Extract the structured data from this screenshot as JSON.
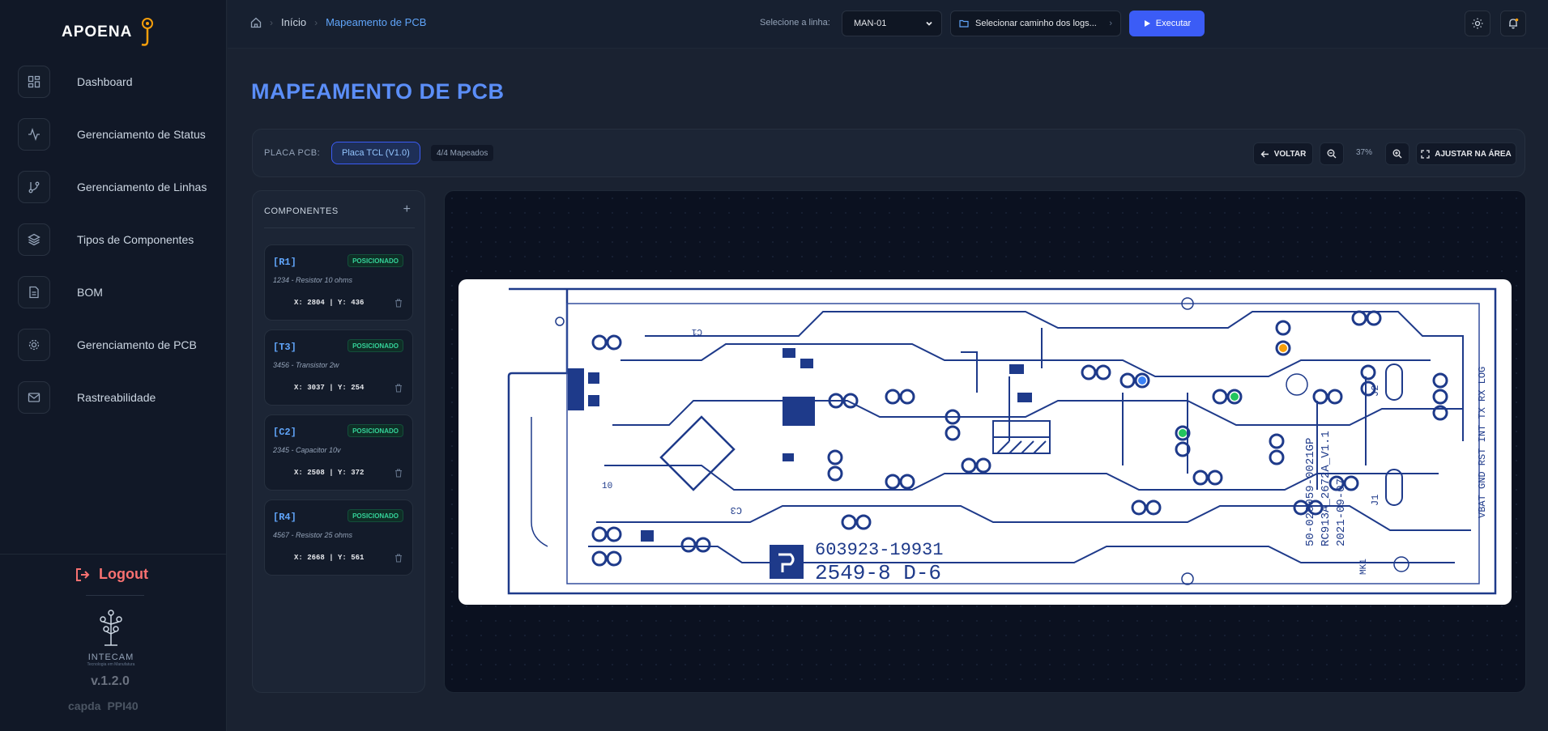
{
  "app": {
    "logo": "APOENA",
    "version": "v.1.2.0",
    "org": "INTECAM",
    "org_sub": "Tecnologia em Manufatura",
    "partners": [
      "capda",
      "PPI40"
    ]
  },
  "sidebar": {
    "items": [
      {
        "label": "Dashboard",
        "icon": "grid-icon"
      },
      {
        "label": "Gerenciamento de Status",
        "icon": "activity-icon"
      },
      {
        "label": "Gerenciamento de Linhas",
        "icon": "git-branch-icon"
      },
      {
        "label": "Tipos de Componentes",
        "icon": "layers-icon"
      },
      {
        "label": "BOM",
        "icon": "file-icon"
      },
      {
        "label": "Gerenciamento de PCB",
        "icon": "cog-icon"
      },
      {
        "label": "Rastreabilidade",
        "icon": "mail-icon"
      }
    ],
    "logout": "Logout"
  },
  "topbar": {
    "breadcrumb": [
      "Início",
      "Mapeamento de PCB"
    ],
    "line_label": "Selecione a linha:",
    "line_value": "MAN-01",
    "path_label": "Selecionar caminho dos logs...",
    "run_label": "Executar"
  },
  "page": {
    "title": "MAPEAMENTO DE PCB"
  },
  "pcbbar": {
    "label": "PLACA PCB:",
    "pcb": "Placa TCL (V1.0)",
    "mapped": "4/4 Mapeados",
    "back": "VOLTAR",
    "zoom": "37%",
    "fit": "AJUSTAR NA ÁREA"
  },
  "components": {
    "title": "COMPONENTES",
    "add": "+",
    "items": [
      {
        "tag": "[R1]",
        "status": "POSICIONADO",
        "desc": "1234 - Resistor 10 ohms",
        "coord": "X: 2804 | Y: 436"
      },
      {
        "tag": "[T3]",
        "status": "POSICIONADO",
        "desc": "3456 - Transistor 2w",
        "coord": "X: 3037 | Y: 254"
      },
      {
        "tag": "[C2]",
        "status": "POSICIONADO",
        "desc": "2345 - Capacitor 10v",
        "coord": "X: 2508 | Y: 372"
      },
      {
        "tag": "[R4]",
        "status": "POSICIONADO",
        "desc": "4567 - Resistor 25 ohms",
        "coord": "X: 2668 | Y: 561"
      }
    ]
  },
  "board": {
    "texts": [
      "603923-19931",
      "2549-8 D-6",
      "50-026059-0021GP",
      "RC913A_2672A_V1.1",
      "2021-09-07",
      "VBAT GND RST INT TX RX LOG",
      "J1",
      "J2",
      "MK1",
      "C3",
      "C1",
      "10"
    ],
    "markers": [
      {
        "color": "#f59e0b"
      },
      {
        "color": "#3b82f6"
      },
      {
        "color": "#22c55e"
      },
      {
        "color": "#22c55e"
      }
    ]
  }
}
